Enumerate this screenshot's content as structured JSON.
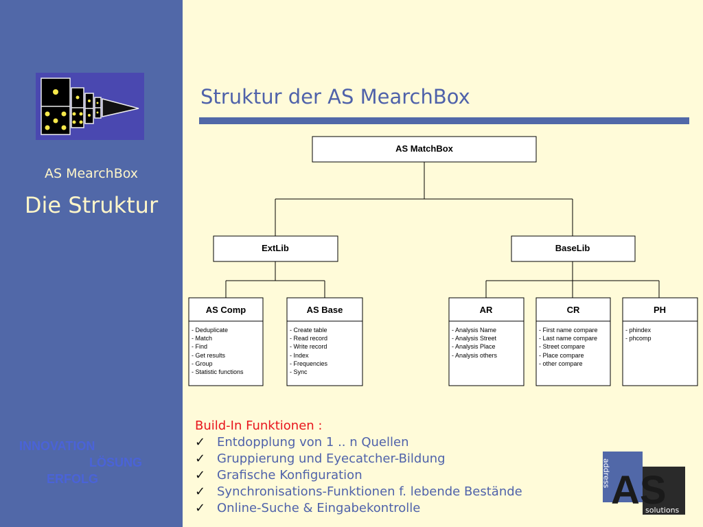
{
  "sidebar": {
    "subtitle": "AS MearchBox",
    "title": "Die Struktur",
    "motto": [
      "INNOVATION",
      "LÖSUNG",
      "ERFOLG"
    ]
  },
  "slide": {
    "title": "Struktur der AS MearchBox"
  },
  "diagram": {
    "root": "AS MatchBox",
    "level2": [
      "ExtLib",
      "BaseLib"
    ],
    "modules": [
      {
        "name": "AS Comp",
        "items": [
          "- Deduplicate",
          "- Match",
          "- Find",
          "- Get results",
          "- Group",
          "- Statistic functions"
        ]
      },
      {
        "name": "AS Base",
        "items": [
          "- Create table",
          "- Read record",
          "- Write record",
          "- Index",
          "- Frequencies",
          "- Sync"
        ]
      },
      {
        "name": "AR",
        "items": [
          "- Analysis Name",
          "- Analysis Street",
          "- Analysis Place",
          "- Analysis others"
        ]
      },
      {
        "name": "CR",
        "items": [
          "- First name compare",
          "- Last name compare",
          "- Street compare",
          "- Place compare",
          "- other compare"
        ]
      },
      {
        "name": "PH",
        "items": [
          "- phindex",
          "- phcomp"
        ]
      }
    ]
  },
  "features": {
    "heading": "Build-In Funktionen :",
    "items": [
      "Entdopplung von 1 .. n Quellen",
      "Gruppierung und Eyecatcher-Bildung",
      "Grafische Konfiguration",
      "Synchronisations-Funktionen f. lebende Bestände",
      "Online-Suche & Eingabekontrolle"
    ]
  },
  "logo": {
    "vertical_text": "address",
    "letters": "AS",
    "tag": "solutions"
  }
}
